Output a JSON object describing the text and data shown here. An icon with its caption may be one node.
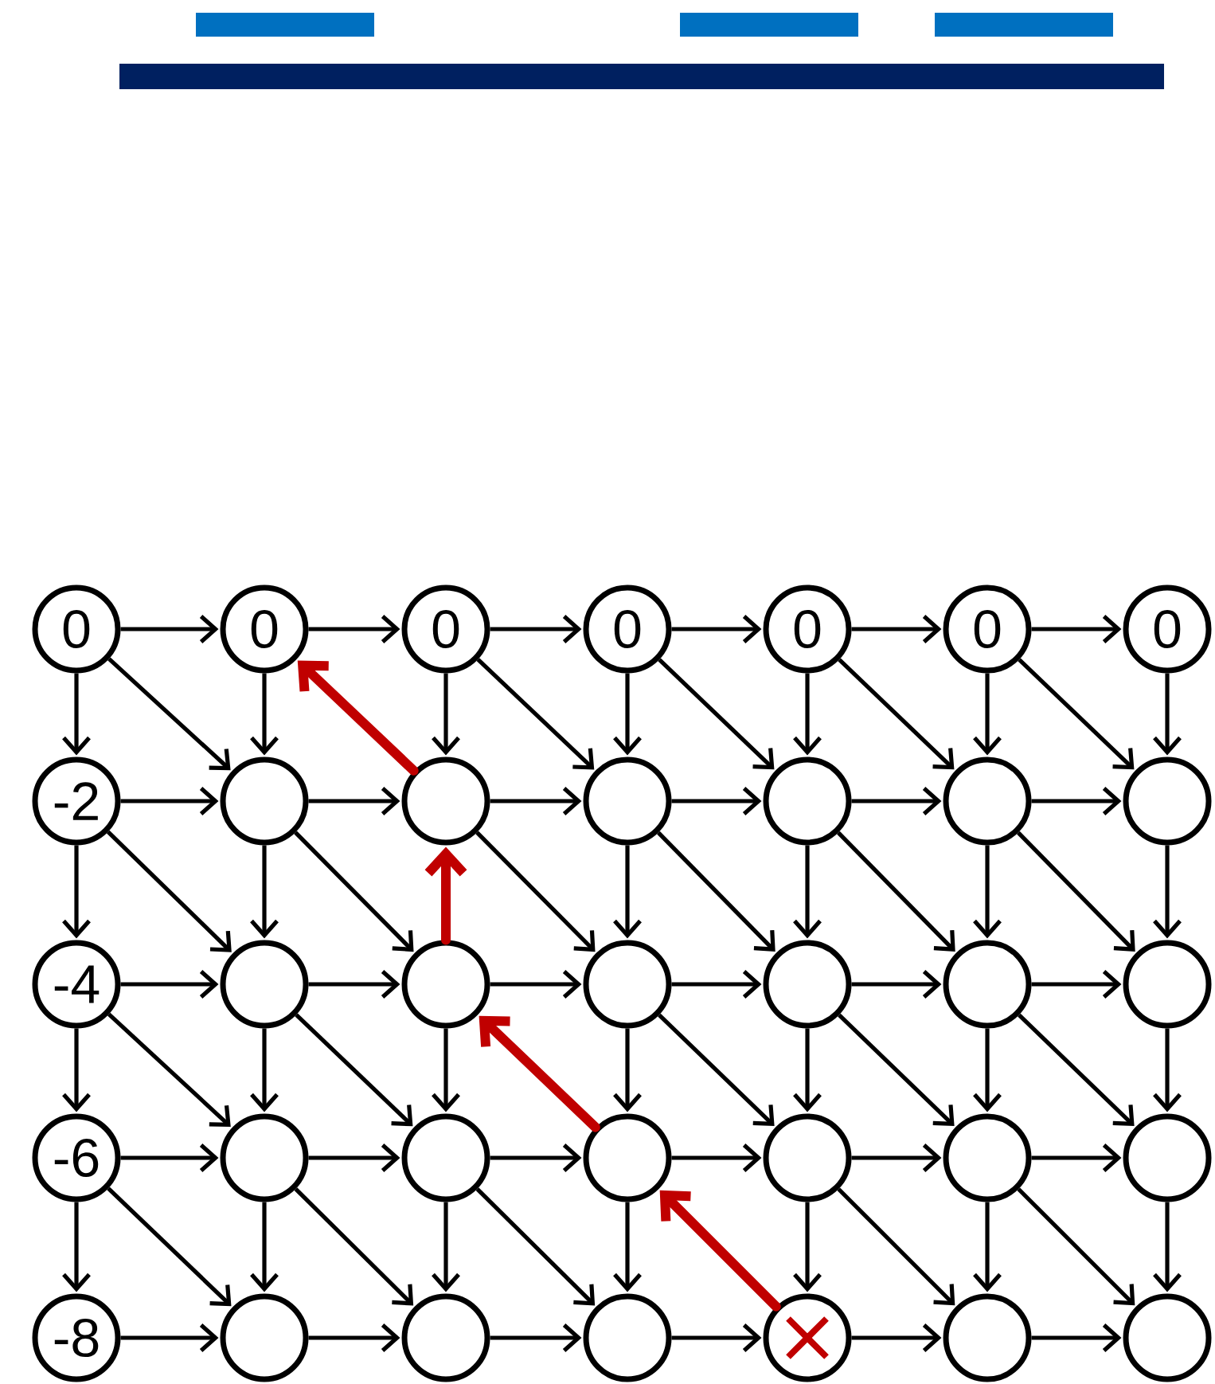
{
  "diagram": {
    "nodes": [
      {
        "text": [
          "0"
        ]
      },
      {
        "text": [
          "0"
        ]
      },
      {
        "text": [
          "0"
        ]
      },
      {
        "text": [
          "0"
        ]
      },
      {
        "text": [
          "0"
        ]
      },
      {
        "text": [
          "0"
        ]
      },
      {
        "text": [
          "0"
        ]
      },
      {
        "text": [
          "-2"
        ]
      },
      {
        "text": [],
        "shape": "circle"
      },
      {
        "text": [],
        "shape": "circle"
      },
      {
        "text": [],
        "shape": "circle"
      },
      {
        "text": [],
        "shape": "circle"
      },
      {
        "text": [],
        "shape": "circle"
      },
      {
        "text": [],
        "shape": "circle"
      },
      {
        "text": [
          "-4"
        ]
      },
      {
        "text": [],
        "shape": "circle"
      },
      {
        "text": [],
        "shape": "circle"
      },
      {
        "text": [],
        "shape": "circle"
      },
      {
        "text": [],
        "shape": "circle"
      },
      {
        "text": [],
        "shape": "circle"
      },
      {
        "text": [],
        "shape": "circle"
      },
      {
        "text": [
          "-6"
        ]
      },
      {
        "text": [],
        "shape": "circle"
      },
      {
        "text": [],
        "shape": "circle"
      },
      {
        "text": [],
        "shape": "circle"
      },
      {
        "text": [],
        "shape": "circle"
      },
      {
        "text": [],
        "shape": "circle"
      },
      {
        "text": [],
        "shape": "circle"
      },
      {
        "text": [
          "-8"
        ]
      },
      {
        "text": [],
        "shape": "circle"
      },
      {
        "text": [],
        "shape": "circle"
      },
      {
        "text": [],
        "shape": "circle"
      },
      {
        "text": [],
        "shape": "circle"
      },
      {
        "text": [],
        "shape": "circle"
      },
      {
        "text": [],
        "shape": "circle"
      }
    ],
    "edges": [
      {
        "from": 0,
        "to": 1,
        "arrow": "to"
      },
      {
        "from": 1,
        "to": 2,
        "arrow": "to"
      },
      {
        "from": 2,
        "to": 3,
        "arrow": "to"
      },
      {
        "from": 3,
        "to": 4,
        "arrow": "to"
      },
      {
        "from": 4,
        "to": 5,
        "arrow": "to"
      },
      {
        "from": 5,
        "to": 6,
        "arrow": "to"
      },
      {
        "from": 0,
        "to": 7,
        "arrow": "to"
      },
      {
        "from": 1,
        "to": 8,
        "arrow": "to"
      },
      {
        "from": 2,
        "to": 9,
        "arrow": "to"
      },
      {
        "from": 3,
        "to": 10,
        "arrow": "to"
      },
      {
        "from": 4,
        "to": 11,
        "arrow": "to"
      },
      {
        "from": 5,
        "to": 12,
        "arrow": "to"
      },
      {
        "from": 6,
        "to": 13,
        "arrow": "to"
      },
      {
        "from": 0,
        "to": 8,
        "arrow": "to"
      },
      {
        "from": 2,
        "to": 10,
        "arrow": "to"
      },
      {
        "from": 3,
        "to": 11,
        "arrow": "to"
      },
      {
        "from": 4,
        "to": 12,
        "arrow": "to"
      },
      {
        "from": 5,
        "to": 13,
        "arrow": "to"
      },
      {
        "from": 9,
        "to": 1,
        "arrow": "to",
        "style": "thick",
        "color": "#c00000"
      },
      {
        "from": 7,
        "to": 8,
        "arrow": "to"
      },
      {
        "from": 8,
        "to": 9,
        "arrow": "to"
      },
      {
        "from": 9,
        "to": 10,
        "arrow": "to"
      },
      {
        "from": 10,
        "to": 11,
        "arrow": "to"
      },
      {
        "from": 11,
        "to": 12,
        "arrow": "to"
      },
      {
        "from": 12,
        "to": 13,
        "arrow": "to"
      },
      {
        "from": 7,
        "to": 14,
        "arrow": "to"
      },
      {
        "from": 8,
        "to": 15,
        "arrow": "to"
      },
      {
        "from": 10,
        "to": 17,
        "arrow": "to"
      },
      {
        "from": 11,
        "to": 18,
        "arrow": "to"
      },
      {
        "from": 12,
        "to": 19,
        "arrow": "to"
      },
      {
        "from": 13,
        "to": 20,
        "arrow": "to"
      },
      {
        "from": 7,
        "to": 15,
        "arrow": "to"
      },
      {
        "from": 8,
        "to": 16,
        "arrow": "to"
      },
      {
        "from": 9,
        "to": 17,
        "arrow": "to"
      },
      {
        "from": 10,
        "to": 18,
        "arrow": "to"
      },
      {
        "from": 11,
        "to": 19,
        "arrow": "to"
      },
      {
        "from": 12,
        "to": 20,
        "arrow": "to"
      },
      {
        "from": 16,
        "to": 9,
        "arrow": "to",
        "style": "thick",
        "color": "#c00000"
      },
      {
        "from": 14,
        "to": 15,
        "arrow": "to"
      },
      {
        "from": 15,
        "to": 16,
        "arrow": "to"
      },
      {
        "from": 16,
        "to": 17,
        "arrow": "to"
      },
      {
        "from": 17,
        "to": 18,
        "arrow": "to"
      },
      {
        "from": 18,
        "to": 19,
        "arrow": "to"
      },
      {
        "from": 19,
        "to": 20,
        "arrow": "to"
      },
      {
        "from": 14,
        "to": 21,
        "arrow": "to"
      },
      {
        "from": 15,
        "to": 22,
        "arrow": "to"
      },
      {
        "from": 16,
        "to": 23,
        "arrow": "to"
      },
      {
        "from": 17,
        "to": 24,
        "arrow": "to"
      },
      {
        "from": 18,
        "to": 25,
        "arrow": "to"
      },
      {
        "from": 19,
        "to": 26,
        "arrow": "to"
      },
      {
        "from": 20,
        "to": 27,
        "arrow": "to"
      },
      {
        "from": 14,
        "to": 22,
        "arrow": "to"
      },
      {
        "from": 15,
        "to": 23,
        "arrow": "to"
      },
      {
        "from": 17,
        "to": 25,
        "arrow": "to"
      },
      {
        "from": 18,
        "to": 26,
        "arrow": "to"
      },
      {
        "from": 19,
        "to": 27,
        "arrow": "to"
      },
      {
        "from": 24,
        "to": 16,
        "arrow": "to",
        "style": "thick",
        "color": "#c00000"
      },
      {
        "from": 21,
        "to": 22,
        "arrow": "to"
      },
      {
        "from": 22,
        "to": 23,
        "arrow": "to"
      },
      {
        "from": 23,
        "to": 24,
        "arrow": "to"
      },
      {
        "from": 24,
        "to": 25,
        "arrow": "to"
      },
      {
        "from": 25,
        "to": 26,
        "arrow": "to"
      },
      {
        "from": 26,
        "to": 27,
        "arrow": "to"
      },
      {
        "from": 21,
        "to": 28,
        "arrow": "to"
      },
      {
        "from": 22,
        "to": 29,
        "arrow": "to"
      },
      {
        "from": 23,
        "to": 30,
        "arrow": "to"
      },
      {
        "from": 24,
        "to": 31,
        "arrow": "to"
      },
      {
        "from": 25,
        "to": 32,
        "arrow": "to"
      },
      {
        "from": 26,
        "to": 33,
        "arrow": "to"
      },
      {
        "from": 27,
        "to": 34,
        "arrow": "to"
      },
      {
        "from": 21,
        "to": 29,
        "arrow": "to"
      },
      {
        "from": 22,
        "to": 30,
        "arrow": "to"
      },
      {
        "from": 23,
        "to": 31,
        "arrow": "to"
      },
      {
        "from": 25,
        "to": 33,
        "arrow": "to"
      },
      {
        "from": 26,
        "to": 34,
        "arrow": "to"
      },
      {
        "from": 32,
        "to": 24,
        "arrow": "to",
        "style": "thick",
        "color": "#c00000"
      },
      {
        "from": 28,
        "to": 29,
        "arrow": "to"
      },
      {
        "from": 29,
        "to": 30,
        "arrow": "to"
      },
      {
        "from": 30,
        "to": 31,
        "arrow": "to"
      },
      {
        "from": 31,
        "to": 32,
        "arrow": "to"
      },
      {
        "from": 32,
        "to": 33,
        "arrow": "to"
      },
      {
        "from": 33,
        "to": 34,
        "arrow": "to"
      }
    ]
  }
}
